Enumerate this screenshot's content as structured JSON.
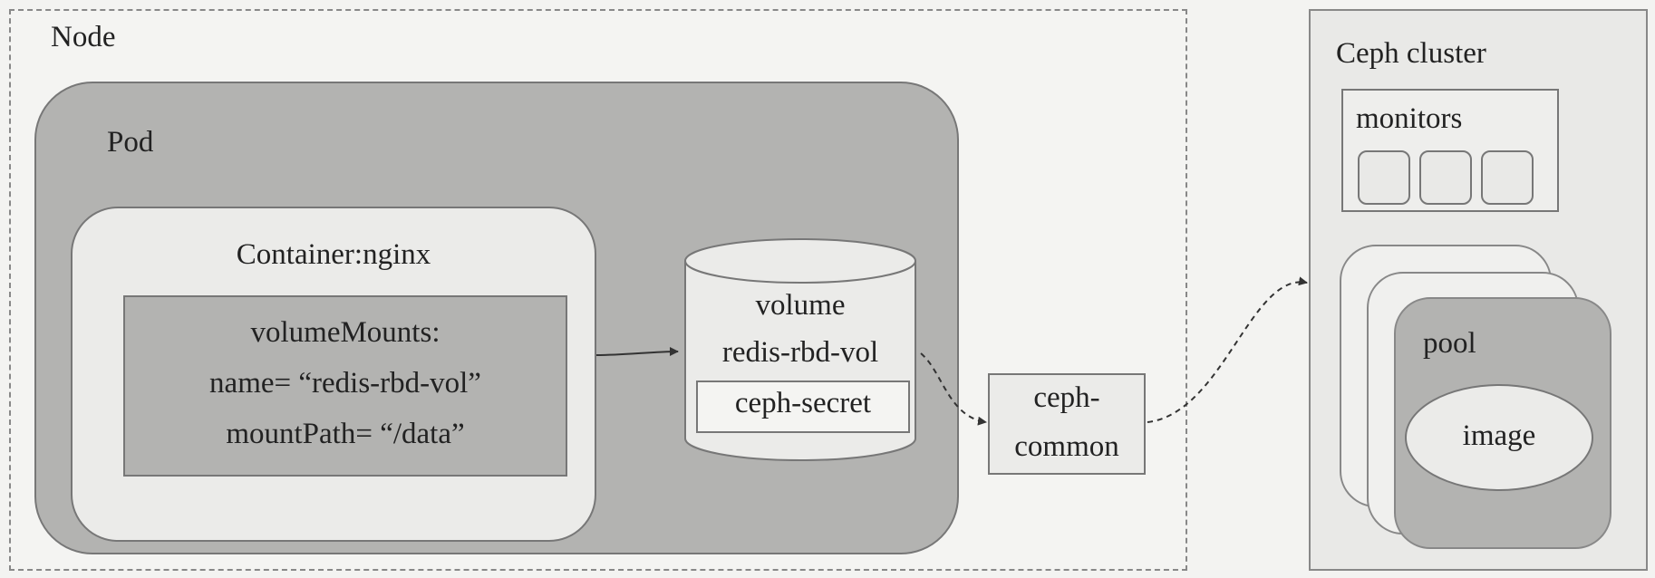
{
  "node": {
    "label": "Node"
  },
  "pod": {
    "label": "Pod"
  },
  "container": {
    "label": "Container:nginx",
    "volume_mounts": {
      "title": "volumeMounts:",
      "name": "name= “redis-rbd-vol”",
      "mount_path": "mountPath= “/data”"
    }
  },
  "volume": {
    "label": "volume",
    "name": "redis-rbd-vol",
    "secret": "ceph-secret"
  },
  "ceph_common": {
    "line1": "ceph-",
    "line2": "common"
  },
  "ceph_cluster": {
    "label": "Ceph cluster",
    "monitors": {
      "label": "monitors",
      "count": 3
    },
    "pool": {
      "label": "pool",
      "image": "image"
    }
  }
}
